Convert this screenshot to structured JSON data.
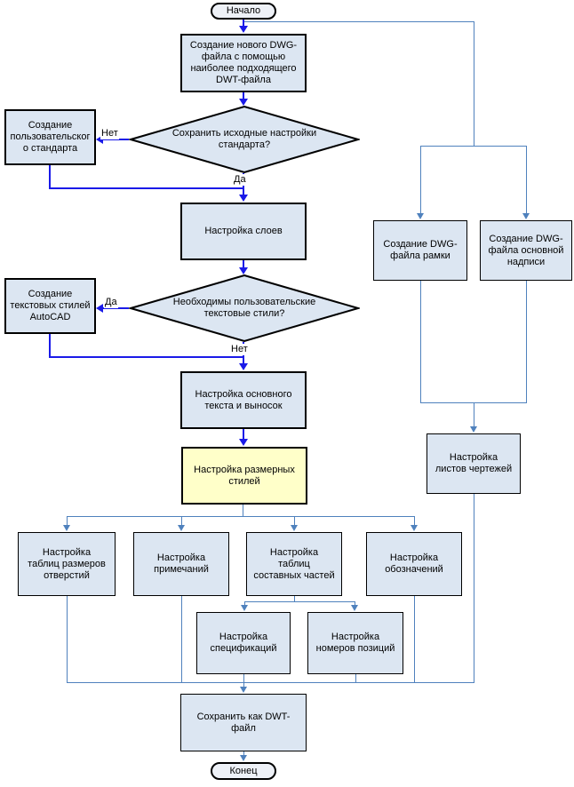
{
  "nodes": {
    "start": {
      "label": "Начало"
    },
    "create_dwg": {
      "label": "Создание нового DWG-\nфайла с помощью\nнаиболее подходящего\nDWT-файла"
    },
    "decision_keep_std": {
      "label": "Сохранить исходные настройки\nстандарта?"
    },
    "custom_std": {
      "label": "Создание\nпользовательског\nо стандарта"
    },
    "layers": {
      "label": "Настройка слоев"
    },
    "decision_text_styles": {
      "label": "Необходимы пользовательские\nтекстовые стили?"
    },
    "autocad_text_styles": {
      "label": "Создание\nтекстовых стилей\nAutoCAD"
    },
    "main_text": {
      "label": "Настройка основного\nтекста и выносок"
    },
    "dim_styles": {
      "label": "Настройка размерных\nстилей"
    },
    "hole_tables": {
      "label": "Настройка\nтаблиц размеров\nотверстий"
    },
    "notes": {
      "label": "Настройка\nпримечаний"
    },
    "parts_tables": {
      "label": "Настройка\nтаблиц\nсоставных частей"
    },
    "symbols": {
      "label": "Настройка\nобозначений"
    },
    "specs": {
      "label": "Настройка\nспецификаций"
    },
    "item_numbers": {
      "label": "Настройка\nномеров позиций"
    },
    "dwg_frame": {
      "label": "Создание DWG-\nфайла рамки"
    },
    "dwg_title_block": {
      "label": "Создание DWG-\nфайла основной\nнадписи"
    },
    "sheets": {
      "label": "Настройка\nлистов чертежей"
    },
    "save_dwt": {
      "label": "Сохранить как DWT-\nфайл"
    },
    "end": {
      "label": "Конец"
    }
  },
  "edge_labels": {
    "keep_std_no": "Нет",
    "keep_std_yes": "Да",
    "text_styles_yes": "Да",
    "text_styles_no": "Нет"
  },
  "colors": {
    "process_fill": "#dce6f2",
    "highlight_fill": "#ffffc9",
    "main_arrow": "#1a1ae8",
    "secondary_line": "#4f81bd",
    "shape_border": "#000000"
  }
}
